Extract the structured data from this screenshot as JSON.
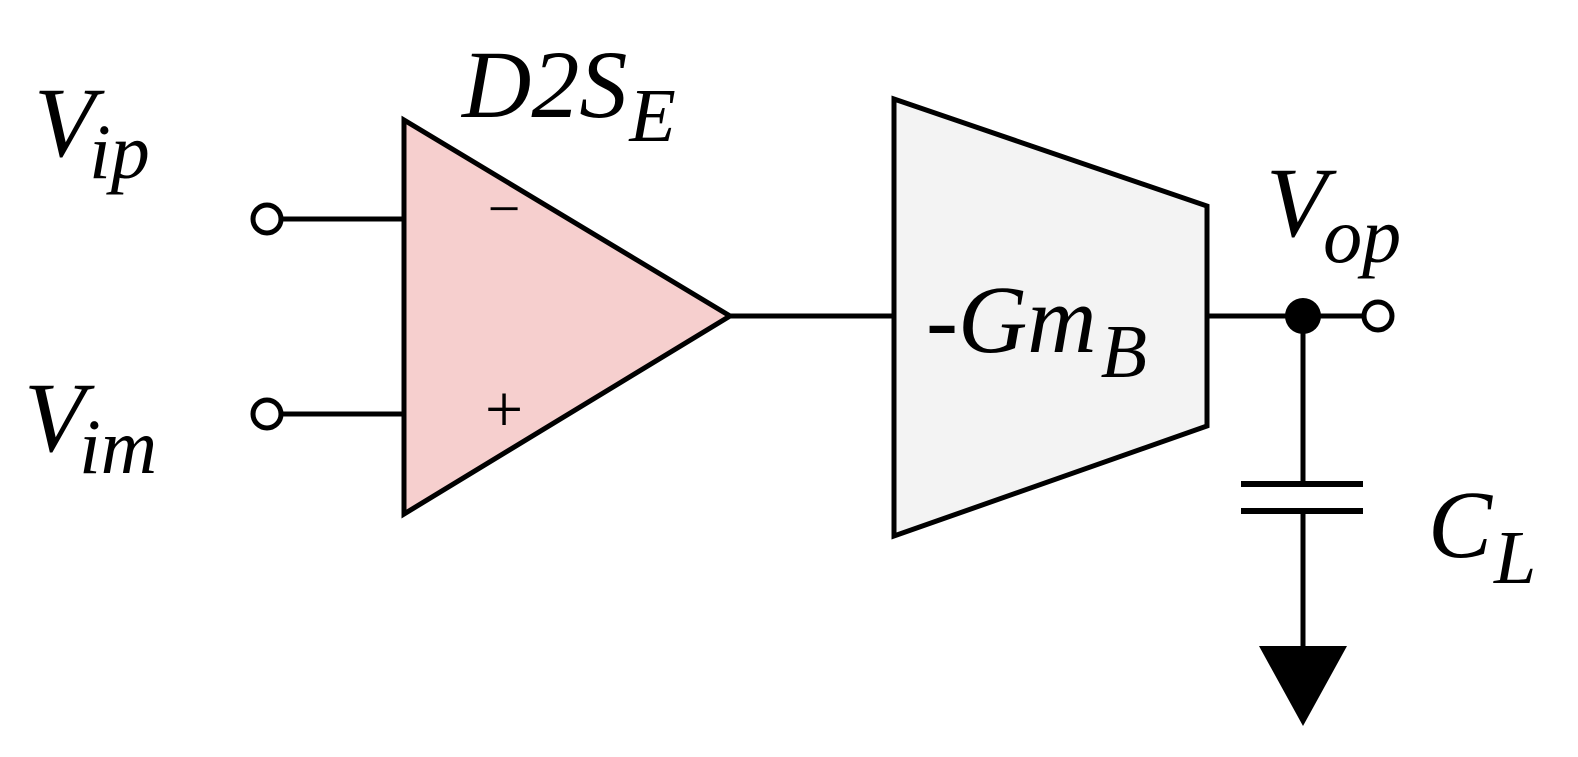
{
  "labels": {
    "vip": {
      "main": "V",
      "sub": "ip"
    },
    "vim": {
      "main": "V",
      "sub": "im"
    },
    "d2s": {
      "main": "D2S",
      "sub": "E"
    },
    "gm": {
      "main": "-Gm",
      "sub": "B"
    },
    "vop": {
      "main": "V",
      "sub": "op"
    },
    "cl": {
      "main": "C",
      "sub": "L"
    }
  },
  "signs": {
    "minus": "−",
    "plus": "+"
  },
  "colors": {
    "amplifier_fill": "#f6cfce",
    "transconductor_fill": "#f3f3f3",
    "stroke": "#000000",
    "background": "#ffffff"
  }
}
